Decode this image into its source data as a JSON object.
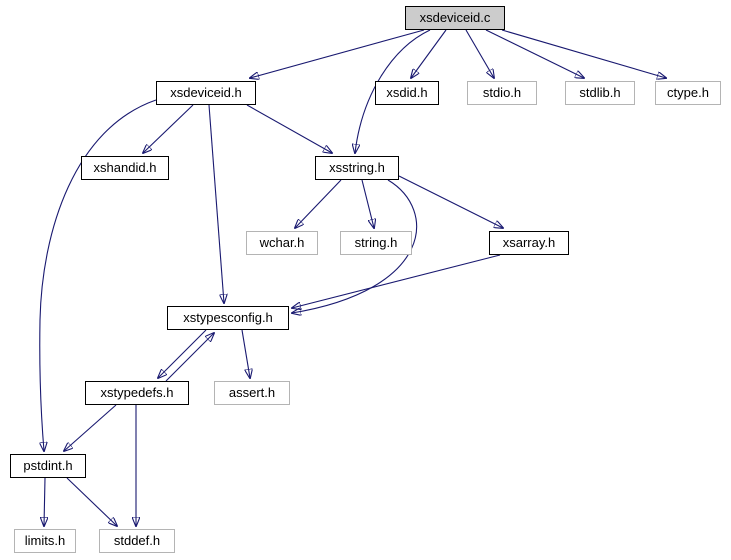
{
  "diagram_type": "include-dependency-graph",
  "colors": {
    "edge": "#191970",
    "internal_node_border": "#000000",
    "external_node_border": "#b4b4b4",
    "root_fill": "#cccccc",
    "node_fill": "#ffffff"
  },
  "nodes": {
    "xsdeviceid_c": {
      "label": "xsdeviceid.c",
      "kind": "root"
    },
    "xsdeviceid_h": {
      "label": "xsdeviceid.h",
      "kind": "internal"
    },
    "xsdid_h": {
      "label": "xsdid.h",
      "kind": "internal"
    },
    "stdio_h": {
      "label": "stdio.h",
      "kind": "external"
    },
    "stdlib_h": {
      "label": "stdlib.h",
      "kind": "external"
    },
    "ctype_h": {
      "label": "ctype.h",
      "kind": "external"
    },
    "xshandid_h": {
      "label": "xshandid.h",
      "kind": "internal"
    },
    "xsstring_h": {
      "label": "xsstring.h",
      "kind": "internal"
    },
    "wchar_h": {
      "label": "wchar.h",
      "kind": "external"
    },
    "string_h": {
      "label": "string.h",
      "kind": "external"
    },
    "xsarray_h": {
      "label": "xsarray.h",
      "kind": "internal"
    },
    "xstypesconfig_h": {
      "label": "xstypesconfig.h",
      "kind": "internal"
    },
    "xstypedefs_h": {
      "label": "xstypedefs.h",
      "kind": "internal"
    },
    "assert_h": {
      "label": "assert.h",
      "kind": "external"
    },
    "pstdint_h": {
      "label": "pstdint.h",
      "kind": "internal"
    },
    "limits_h": {
      "label": "limits.h",
      "kind": "external"
    },
    "stddef_h": {
      "label": "stddef.h",
      "kind": "external"
    }
  },
  "edges": [
    {
      "from": "xsdeviceid.c",
      "to": "xsdeviceid.h"
    },
    {
      "from": "xsdeviceid.c",
      "to": "xsdid.h"
    },
    {
      "from": "xsdeviceid.c",
      "to": "stdio.h"
    },
    {
      "from": "xsdeviceid.c",
      "to": "stdlib.h"
    },
    {
      "from": "xsdeviceid.c",
      "to": "ctype.h"
    },
    {
      "from": "xsdeviceid.c",
      "to": "xsstring.h"
    },
    {
      "from": "xsdeviceid.h",
      "to": "xshandid.h"
    },
    {
      "from": "xsdeviceid.h",
      "to": "xsstring.h"
    },
    {
      "from": "xsdeviceid.h",
      "to": "xstypesconfig.h"
    },
    {
      "from": "xsdeviceid.h",
      "to": "pstdint.h"
    },
    {
      "from": "xsstring.h",
      "to": "wchar.h"
    },
    {
      "from": "xsstring.h",
      "to": "string.h"
    },
    {
      "from": "xsstring.h",
      "to": "xsarray.h"
    },
    {
      "from": "xsstring.h",
      "to": "xstypesconfig.h"
    },
    {
      "from": "xsarray.h",
      "to": "xstypesconfig.h"
    },
    {
      "from": "xstypesconfig.h",
      "to": "xstypedefs.h"
    },
    {
      "from": "xstypesconfig.h",
      "to": "assert.h"
    },
    {
      "from": "xstypedefs.h",
      "to": "xstypesconfig.h"
    },
    {
      "from": "xstypedefs.h",
      "to": "pstdint.h"
    },
    {
      "from": "xstypedefs.h",
      "to": "stddef.h"
    },
    {
      "from": "pstdint.h",
      "to": "limits.h"
    },
    {
      "from": "pstdint.h",
      "to": "stddef.h"
    }
  ]
}
